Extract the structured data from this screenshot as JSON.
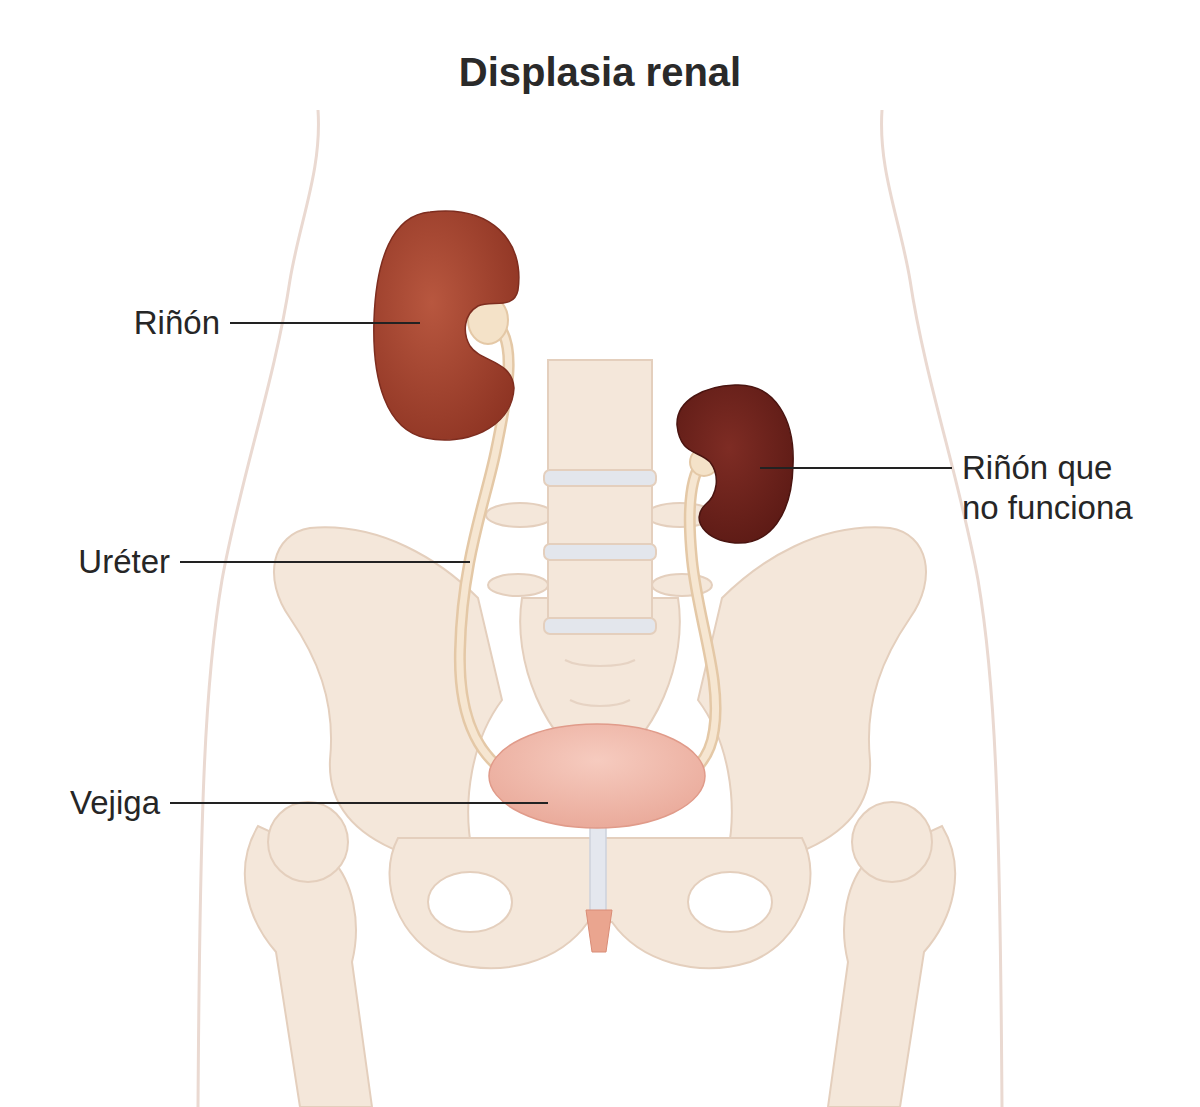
{
  "diagram": {
    "title": "Displasia renal",
    "labels": [
      "Riñón",
      "Riñón que no funciona",
      "Uréter",
      "Vejiga"
    ]
  }
}
